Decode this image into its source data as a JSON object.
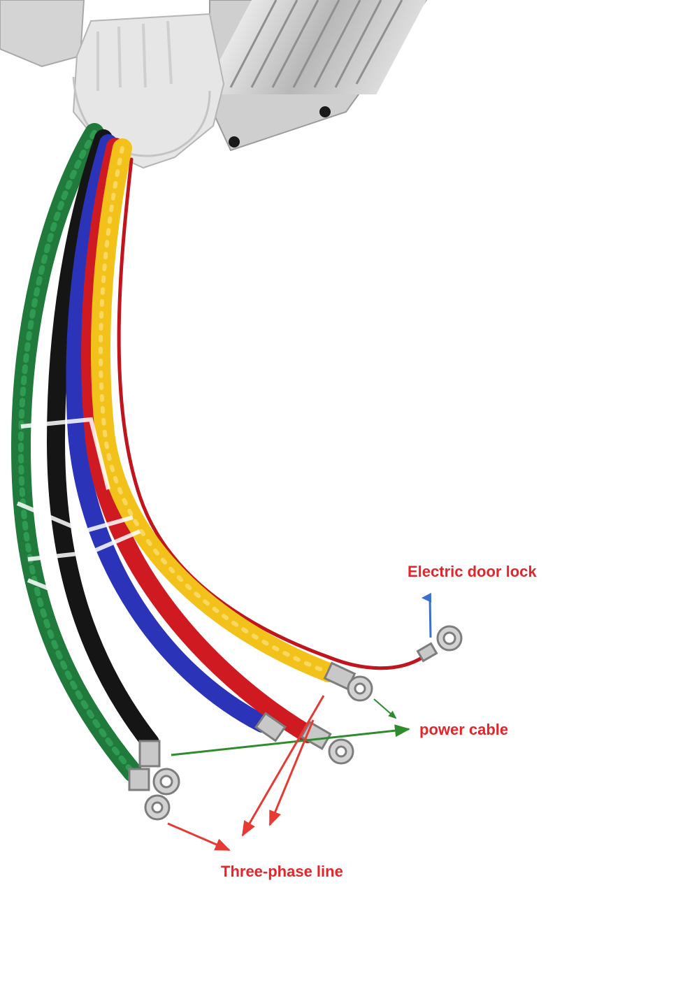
{
  "labels": {
    "door_lock": "Electric door lock",
    "power_cable": "power cable",
    "three_phase": "Three-phase line"
  },
  "colors": {
    "label_text": "#e3262b",
    "arrow_red": "#e63a35",
    "arrow_green": "#2e8b2e",
    "arrow_blue": "#3b6fd0",
    "wire_green": "#1f7a3c",
    "wire_black": "#151515",
    "wire_blue": "#2b33b8",
    "wire_red": "#d01a22",
    "wire_yellow": "#f2c21a",
    "wire_thin_red": "#c0151c",
    "housing": "#dadada",
    "terminal": "#c8c8c8"
  }
}
